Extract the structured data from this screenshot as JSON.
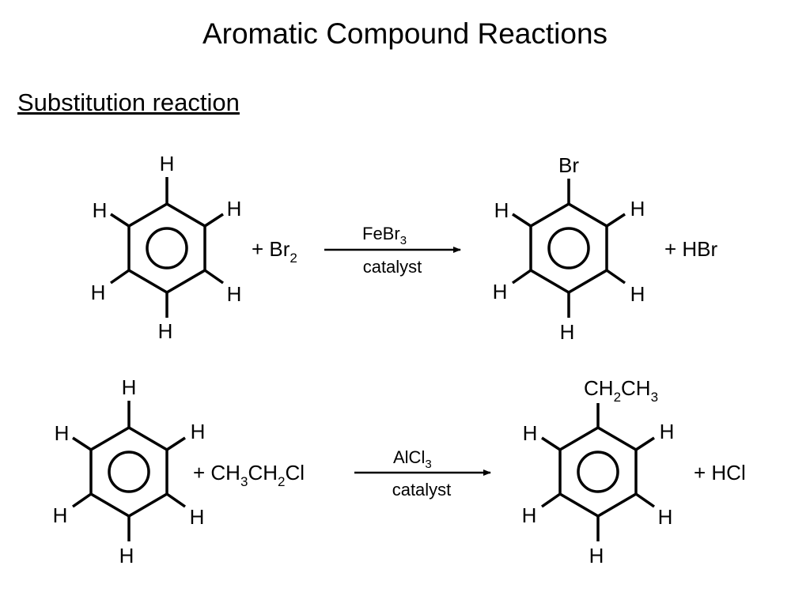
{
  "slide": {
    "title": "Aromatic Compound Reactions",
    "subtitle": "Substitution reaction"
  },
  "reaction_bromination": {
    "reactant_substituents": [
      "H",
      "H",
      "H",
      "H",
      "H",
      "H"
    ],
    "reagent": "+ Br",
    "reagent_sub": "2",
    "catalyst_formula": "FeBr",
    "catalyst_formula_sub": "3",
    "catalyst_label": "catalyst",
    "product_top_group": "Br",
    "product_substituents": [
      "H",
      "H",
      "H",
      "H",
      "H"
    ],
    "byproduct": "+ HBr"
  },
  "reaction_alkylation": {
    "reactant_substituents": [
      "H",
      "H",
      "H",
      "H",
      "H",
      "H"
    ],
    "reagent_parts": [
      "+ CH",
      "3",
      "CH",
      "2",
      "Cl"
    ],
    "catalyst_formula": "AlCl",
    "catalyst_formula_sub": "3",
    "catalyst_label": "catalyst",
    "product_top_group_parts": [
      "CH",
      "2",
      "CH",
      "3"
    ],
    "product_substituents": [
      "H",
      "H",
      "H",
      "H",
      "H"
    ],
    "byproduct": "+ HCl"
  },
  "colors": {
    "ink": "#000000",
    "background": "#ffffff"
  }
}
